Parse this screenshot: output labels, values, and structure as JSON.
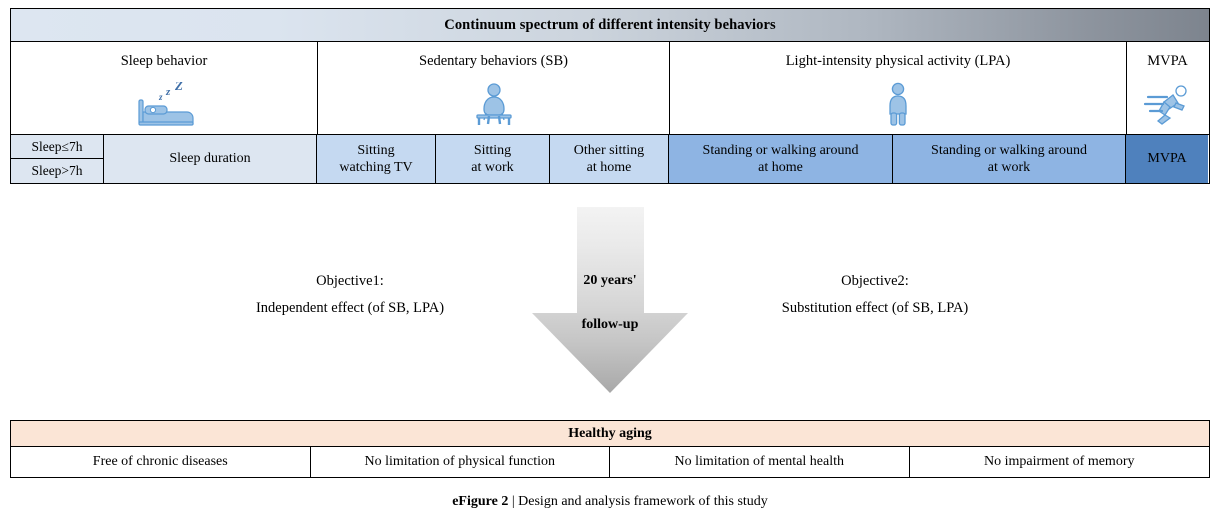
{
  "banner": {
    "title": "Continuum spectrum of different intensity behaviors",
    "gradient_from": "#dde6f1",
    "gradient_to": "#7d848e"
  },
  "categories": [
    {
      "label": "Sleep behavior",
      "icon": "bed-sleep-icon"
    },
    {
      "label": "Sedentary behaviors (SB)",
      "icon": "person-sitting-icon"
    },
    {
      "label": "Light-intensity physical activity (LPA)",
      "icon": "person-standing-icon"
    },
    {
      "label": "MVPA",
      "icon": "person-running-icon"
    }
  ],
  "behaviors": {
    "sleep_thresholds": [
      "Sleep≤7h",
      "Sleep>7h"
    ],
    "cells": [
      {
        "line1": "Sleep duration",
        "line2": "",
        "color": "#dde6f1"
      },
      {
        "line1": "Sitting",
        "line2": "watching TV",
        "color": "#c5d9f1"
      },
      {
        "line1": "Sitting",
        "line2": "at work",
        "color": "#c5d9f1"
      },
      {
        "line1": "Other sitting",
        "line2": "at home",
        "color": "#c5d9f1"
      },
      {
        "line1": "Standing or walking around",
        "line2": "at home",
        "color": "#8eb4e3"
      },
      {
        "line1": "Standing or walking around",
        "line2": "at work",
        "color": "#8eb4e3"
      },
      {
        "line1": "MVPA",
        "line2": "",
        "color": "#4f81bd"
      }
    ],
    "sleep_threshold_color": "#dde6f1"
  },
  "arrow": {
    "line1": "20 years'",
    "line2": "follow-up"
  },
  "objectives": [
    {
      "title": "Objective1:",
      "desc": "Independent effect (of SB, LPA)"
    },
    {
      "title": "Objective2:",
      "desc": "Substitution effect (of SB, LPA)"
    }
  ],
  "healthy_aging": {
    "header": "Healthy aging",
    "header_color": "#fbe5d6",
    "items": [
      "Free of chronic diseases",
      "No limitation of physical function",
      "No limitation of mental health",
      "No impairment of memory"
    ]
  },
  "caption": {
    "label": "eFigure 2",
    "separator": " | ",
    "text": "Design and analysis framework of this study"
  }
}
